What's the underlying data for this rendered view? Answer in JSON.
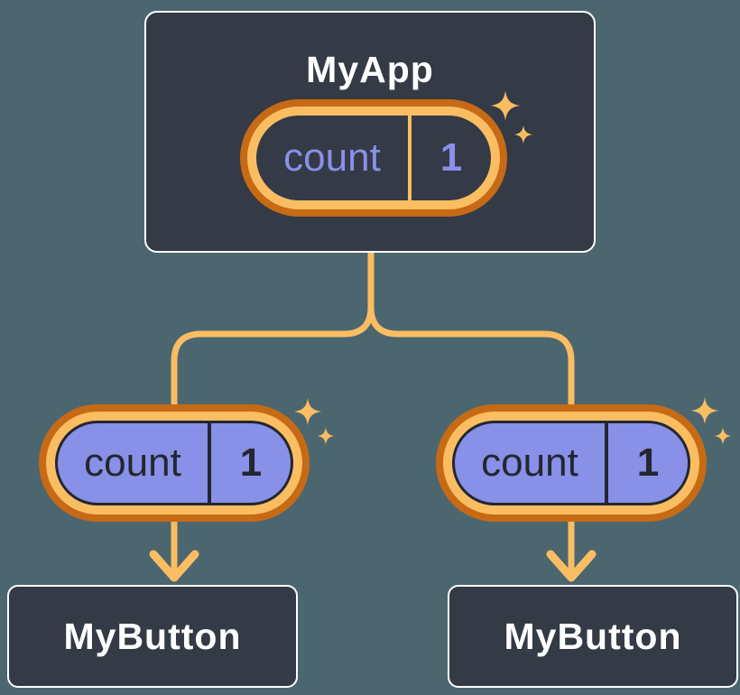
{
  "diagram": {
    "type": "component-tree",
    "root": {
      "label": "MyApp",
      "state": {
        "name": "count",
        "value": "1"
      }
    },
    "children": [
      {
        "label": "MyButton",
        "prop": {
          "name": "count",
          "value": "1"
        }
      },
      {
        "label": "MyButton",
        "prop": {
          "name": "count",
          "value": "1"
        }
      }
    ],
    "colors": {
      "background": "#4C6670",
      "node_fill": "#343A46",
      "node_border": "#FFFFFF",
      "node_text": "#FFFFFF",
      "ring_outer_orange": "#C76A15",
      "ring_inner_orange": "#FABD62",
      "connector_orange": "#FABD62",
      "sparkle_orange": "#FABD62",
      "state_text_purple": "#8890E8",
      "prop_fill_purple": "#8890E8",
      "prop_dark": "#23272F"
    }
  }
}
